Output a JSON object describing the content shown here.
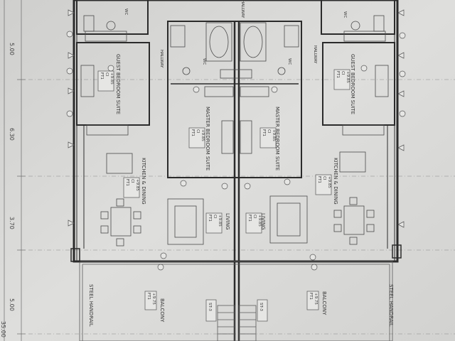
{
  "dimensions": {
    "left": [
      "5.00",
      "6.30",
      "3.70",
      "5.00",
      "35.00"
    ]
  },
  "rooms": {
    "master_bedroom_1": "MASTER BEDROOM SUITE",
    "master_bedroom_2": "MASTER BEDROOM SUITE",
    "guest_bedroom_1": "GUEST BEDROOM SUITE",
    "guest_bedroom_2": "GUEST BEDROOM SUITE",
    "kitchen_1": "KITCHEN & DINING",
    "kitchen_2": "KITCHEN & DINING",
    "living_1": "LIVING",
    "living_2": "LIVING",
    "balcony_1": "BALCONY",
    "balcony_2": "BALCONY",
    "hallway_1": "HALLWAY",
    "hallway_2": "HALLWAY",
    "hallway_3": "HALLWAY",
    "wc_1": "WC",
    "wc_2": "WC",
    "wc_3": "WC",
    "wc_4": "WC",
    "handrail_1": "STEEL HANDRAIL",
    "handrail_2": "STEEL HANDRAIL"
  },
  "tags": {
    "master_1": [
      "FT1",
      "CI",
      "+9.85"
    ],
    "master_2": [
      "FT1",
      "CI",
      "+9.85"
    ],
    "guest_1": [
      "FT1",
      "CI",
      "+9.85"
    ],
    "guest_2": [
      "FT1",
      "CI",
      "+9.85"
    ],
    "kitchen_1": [
      "FT1",
      "CI",
      "+9.85"
    ],
    "kitchen_2": [
      "FT1",
      "CI",
      "+9.85"
    ],
    "living_1": [
      "FT1",
      "CI",
      "+9.85"
    ],
    "living_2": [
      "FT1",
      "CI",
      "+9.85"
    ],
    "balcony_1": [
      "FT1",
      "+9.75"
    ],
    "balcony_2": [
      "FT1",
      "+9.75"
    ]
  },
  "stairs": [
    "ST-3",
    "ST-3"
  ]
}
